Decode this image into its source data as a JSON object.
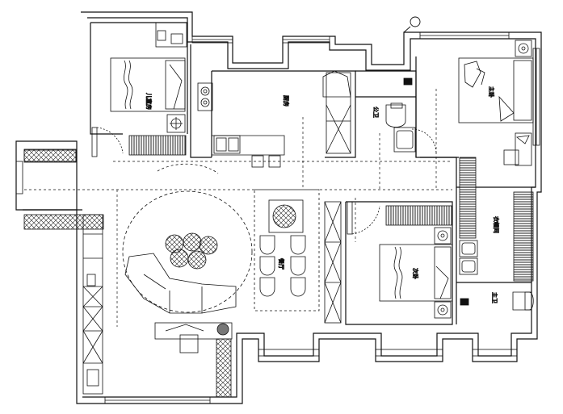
{
  "plan": {
    "rooms": {
      "child_room": "儿童房",
      "kitchen": "厨房",
      "bath_public": "公卫",
      "master_bedroom": "主卧",
      "second_bedroom": "次卧",
      "cloakroom": "衣帽间",
      "master_bath": "主卫",
      "dining": "餐厅"
    }
  }
}
